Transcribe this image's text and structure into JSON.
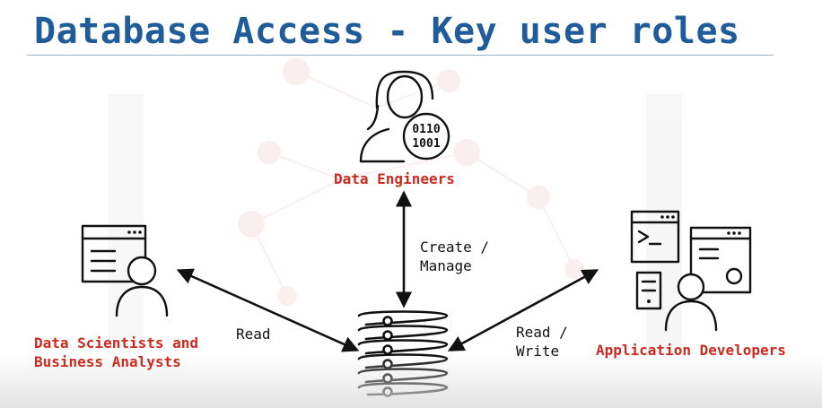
{
  "title": "Database Access - Key user roles",
  "roles": {
    "engineers": "Data Engineers",
    "scientists_line1": "Data Scientists and",
    "scientists_line2": "Business Analysts",
    "developers": "Application Developers"
  },
  "actions": {
    "engineers_line1": "Create /",
    "engineers_line2": "Manage",
    "scientists": "Read",
    "developers_line1": "Read /",
    "developers_line2": "Write"
  },
  "engineer_badge": {
    "row1": "0110",
    "row2": "1001"
  },
  "colors": {
    "title": "#1f5c99",
    "role_label": "#cc2a1e",
    "line": "#111111"
  }
}
